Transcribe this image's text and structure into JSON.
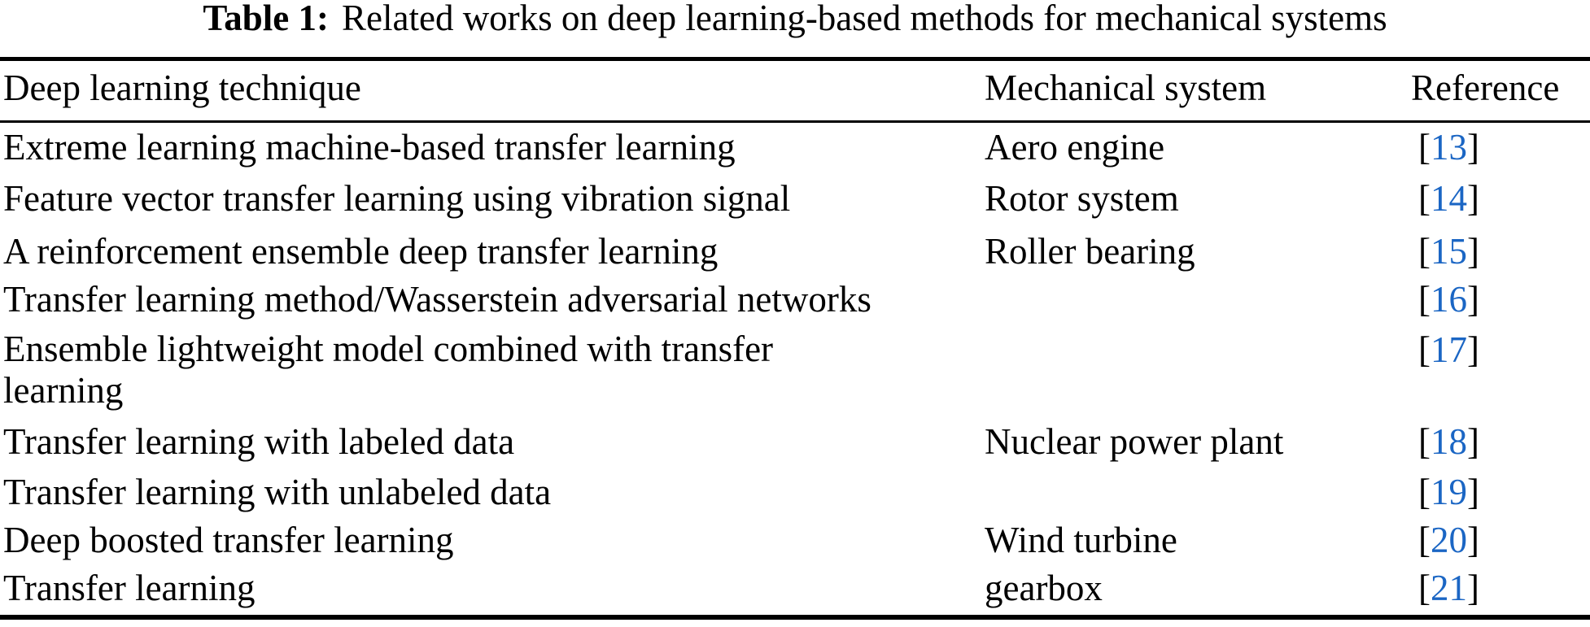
{
  "caption": {
    "label": "Table 1:",
    "text": "Related works on deep learning-based methods for mechanical systems"
  },
  "table": {
    "columns": [
      "Deep learning technique",
      "Mechanical system",
      "Reference"
    ],
    "rows": [
      {
        "technique": "Extreme learning machine-based transfer learning",
        "system": "Aero engine",
        "ref": "13"
      },
      {
        "technique": "Feature vector transfer learning using vibration signal",
        "system": "Rotor system",
        "ref": "14"
      },
      {
        "technique": "A reinforcement ensemble deep transfer learning",
        "system": "Roller bearing",
        "ref": "15"
      },
      {
        "technique": "Transfer learning method/Wasserstein adversarial networks",
        "system": "",
        "ref": "16"
      },
      {
        "technique": "Ensemble lightweight model combined with transfer\nlearning",
        "system": "",
        "ref": "17"
      },
      {
        "technique": "Transfer learning with labeled data",
        "system": "Nuclear power plant",
        "ref": "18"
      },
      {
        "technique": "Transfer learning with unlabeled data",
        "system": "",
        "ref": "19"
      },
      {
        "technique": "Deep boosted transfer learning",
        "system": "Wind turbine",
        "ref": "20"
      },
      {
        "technique": "Transfer learning",
        "system": "gearbox",
        "ref": "21"
      }
    ]
  },
  "punctuation": {
    "open_bracket": "[",
    "close_bracket": "]"
  },
  "colors": {
    "reference_link": "#1b66c4",
    "text": "#000000",
    "background": "#ffffff"
  }
}
